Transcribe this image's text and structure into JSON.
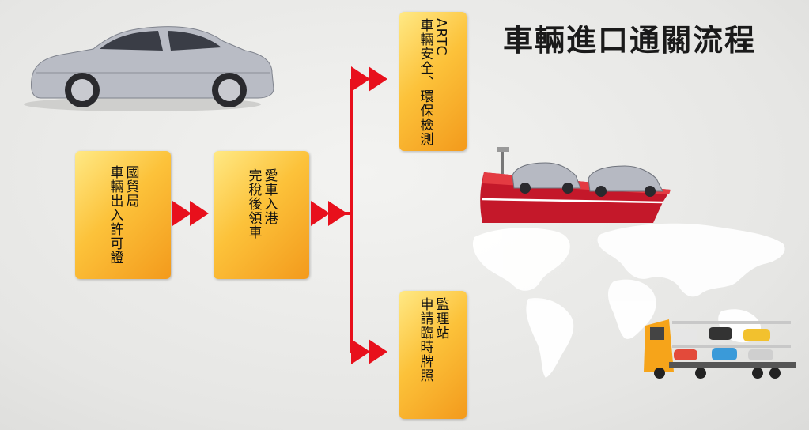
{
  "title": "車輛進口通關流程",
  "steps": {
    "permit": {
      "lines": [
        "國貿局",
        "車輛出入許可證"
      ]
    },
    "port": {
      "lines": [
        "愛車入港",
        "完稅後領車"
      ]
    },
    "artc": {
      "lines": [
        "ARTC",
        "車輛安全、環保檢測"
      ]
    },
    "plate": {
      "lines": [
        "監理站",
        "申請臨時牌照"
      ]
    }
  },
  "colors": {
    "arrow": "#e8101c",
    "box_light": "#ffe985",
    "box_mid": "#fcc23a",
    "box_dark": "#f39a1c",
    "ship_hull": "#c4182a",
    "truck_cab": "#f6a41a"
  },
  "illustrations": [
    "silver-sedan",
    "cargo-ship-with-cars",
    "world-map",
    "car-carrier-truck"
  ]
}
